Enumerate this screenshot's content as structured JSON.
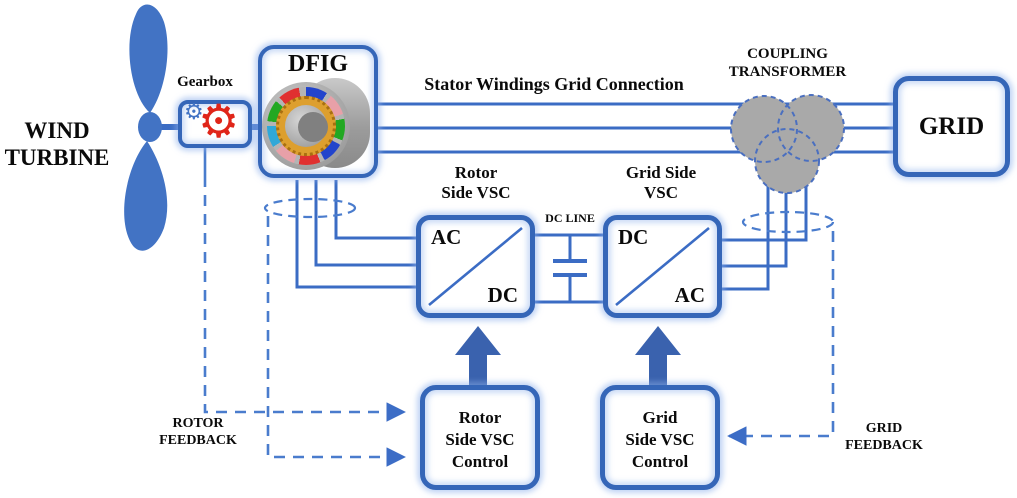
{
  "labels": {
    "wind_turbine": {
      "line1": "WIND",
      "line2": "TURBINE"
    },
    "gearbox": "Gearbox",
    "dfig": "DFIG",
    "stator_connection": "Stator Windings Grid Connection",
    "coupling_transformer": {
      "line1": "COUPLING",
      "line2": "TRANSFORMER"
    },
    "grid": "GRID",
    "rotor_vsc": {
      "line1": "Rotor",
      "line2": "Side VSC"
    },
    "grid_vsc": {
      "line1": "Grid Side",
      "line2": "VSC"
    },
    "dc_line": "DC LINE",
    "rotor_converter": {
      "top": "AC",
      "bottom": "DC"
    },
    "grid_converter": {
      "top": "DC",
      "bottom": "AC"
    },
    "rotor_control": {
      "line1": "Rotor",
      "line2": "Side VSC",
      "line3": "Control"
    },
    "grid_control": {
      "line1": "Grid",
      "line2": "Side VSC",
      "line3": "Control"
    },
    "rotor_feedback": {
      "line1": "ROTOR",
      "line2": "FEEDBACK"
    },
    "grid_feedback": {
      "line1": "GRID",
      "line2": "FEEDBACK"
    }
  },
  "glyphs": {
    "gear": "⚙"
  },
  "colors": {
    "line_blue": "#3b6cc4",
    "border_blue": "#3566b8",
    "dashed_blue": "#4a7ccd",
    "arrow_blue": "#3a62ae",
    "blade_blue": "#4273c4",
    "transformer_gray": "#a9a9a9",
    "gear_red": "#e02519",
    "text_black": "#0a0a0a"
  }
}
